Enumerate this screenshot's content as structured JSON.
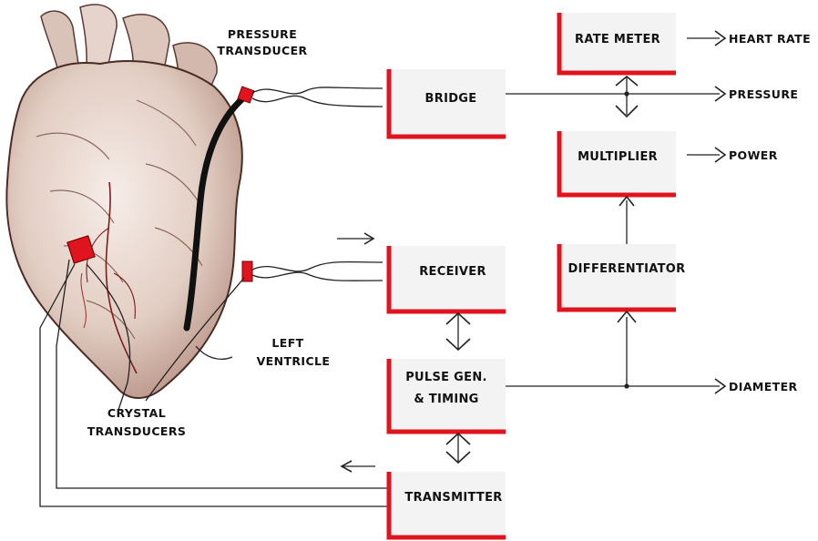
{
  "colors": {
    "accent_red": "#e0141e",
    "block_fill": "#f3f3f3",
    "line": "#222222",
    "heart_light": "#efe3dc",
    "heart_mid": "#c7a79a",
    "heart_dark": "#5a3a32"
  },
  "blocks": {
    "rate_meter": "RATE METER",
    "bridge": "BRIDGE",
    "multiplier": "MULTIPLIER",
    "receiver": "RECEIVER",
    "differentiator": "DIFFERENTIATOR",
    "pulse_gen_line1": "PULSE GEN.",
    "pulse_gen_line2": "& TIMING",
    "transmitter": "TRANSMITTER"
  },
  "outputs": {
    "heart_rate": "HEART RATE",
    "pressure": "PRESSURE",
    "power": "POWER",
    "diameter": "DIAMETER"
  },
  "labels": {
    "pressure_transducer_line1": "PRESSURE",
    "pressure_transducer_line2": "TRANSDUCER",
    "left_ventricle_line1": "LEFT",
    "left_ventricle_line2": "VENTRICLE",
    "crystal_transducers_line1": "CRYSTAL",
    "crystal_transducers_line2": "TRANSDUCERS"
  },
  "icons": [
    "heart-illustration",
    "pressure-transducer-icon",
    "crystal-transducer-icon",
    "arrow-icon"
  ]
}
